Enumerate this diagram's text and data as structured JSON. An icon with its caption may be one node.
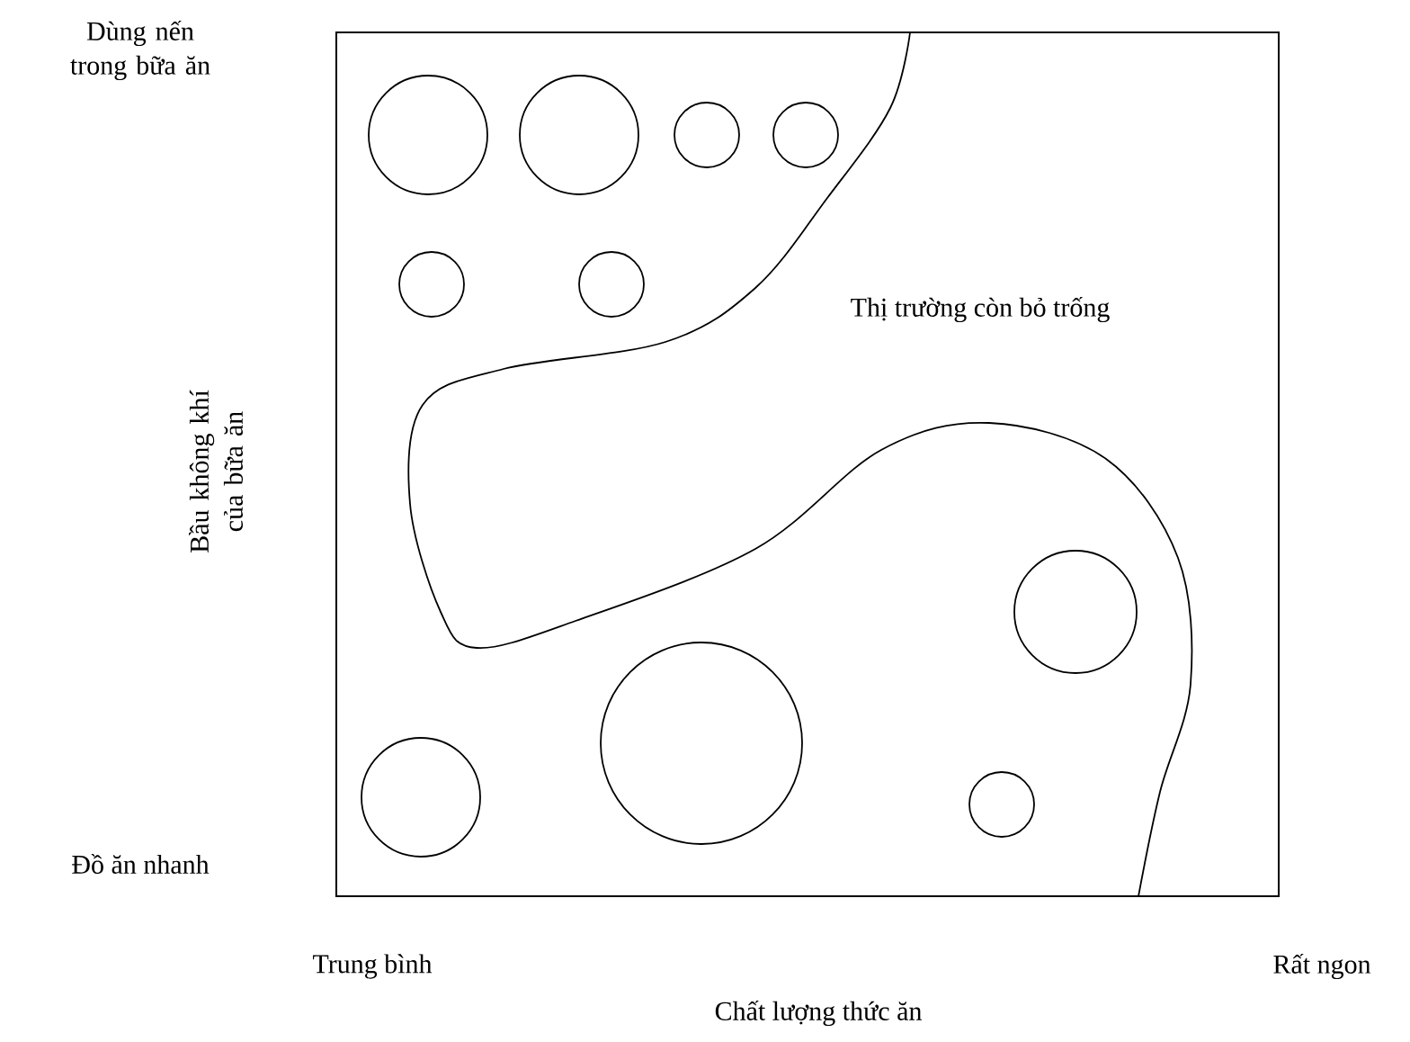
{
  "diagram": {
    "nodes": [
      {
        "text": [],
        "shape": "circle"
      },
      {
        "text": [],
        "shape": "circle"
      },
      {
        "text": [],
        "shape": "circle"
      },
      {
        "text": [],
        "shape": "circle"
      },
      {
        "text": [],
        "shape": "circle"
      },
      {
        "text": [],
        "shape": "circle"
      },
      {
        "text": [],
        "shape": "circle"
      },
      {
        "text": [],
        "shape": "circle"
      },
      {
        "text": [],
        "shape": "circle"
      },
      {
        "text": [],
        "shape": "circle"
      }
    ],
    "labels": [
      "Dùng nến trong bữa ăn",
      "Thị trường còn bỏ trống",
      "Bầu không khí của bữa ăn",
      "Đồ ăn nhanh",
      "Trung bình",
      "Rất ngon",
      "Chất lượng thức ăn"
    ]
  }
}
